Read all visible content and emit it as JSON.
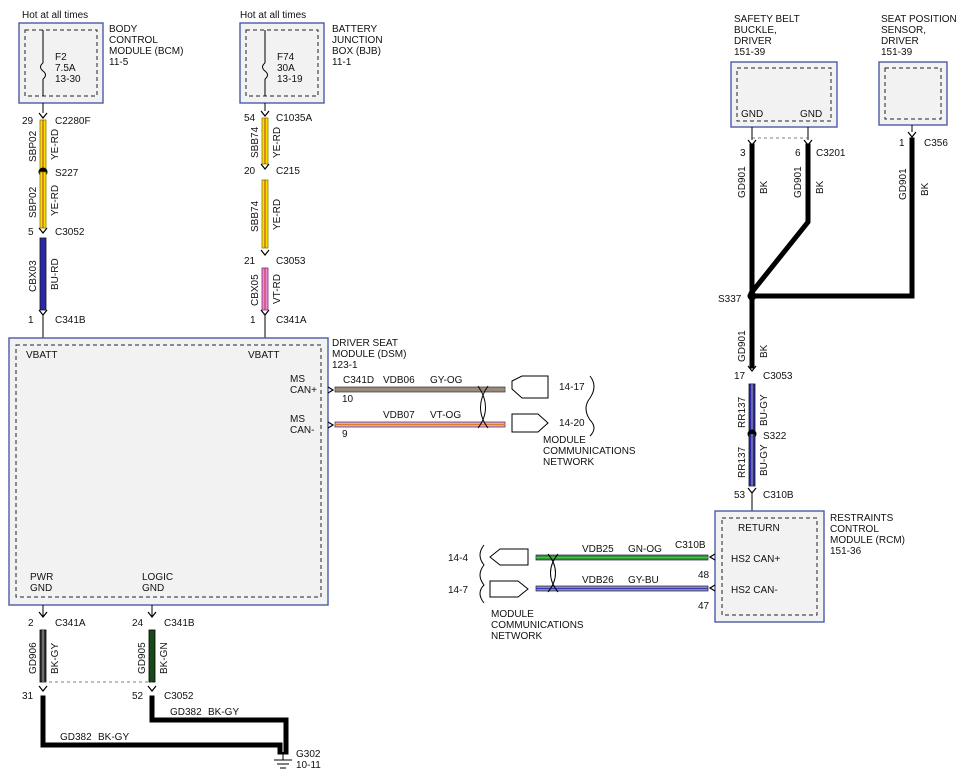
{
  "fuses": {
    "bcm": {
      "hot": "Hot at all times",
      "name": "F2",
      "rating": "7.5A",
      "ref": "13-30",
      "module": [
        "BODY",
        "CONTROL",
        "MODULE (BCM)",
        "11-5"
      ]
    },
    "bjb": {
      "hot": "Hot at all times",
      "name": "F74",
      "rating": "30A",
      "ref": "13-19",
      "module": [
        "BATTERY",
        "JUNCTION",
        "BOX (BJB)",
        "11-1"
      ]
    }
  },
  "circuit1": {
    "c2280f_pin": "29",
    "c2280f": "C2280F",
    "w1_code": "SBP02",
    "w1_color": "YE-RD",
    "splice": "S227",
    "w2_code": "SBP02",
    "w2_color": "YE-RD",
    "c3052_pin": "5",
    "c3052": "C3052",
    "w3_code": "CBX03",
    "w3_color": "BU-RD",
    "c341b_pin": "1",
    "c341b": "C341B"
  },
  "circuit2": {
    "c1035a_pin": "54",
    "c1035a": "C1035A",
    "w1_code": "SBB74",
    "w1_color": "YE-RD",
    "c215_pin": "20",
    "c215": "C215",
    "w2_code": "SBB74",
    "w2_color": "YE-RD",
    "c3053_pin": "21",
    "c3053": "C3053",
    "w3_code": "CBX05",
    "w3_color": "VT-RD",
    "c341a_pin": "1",
    "c341a": "C341A"
  },
  "dsm": {
    "title": [
      "DRIVER SEAT",
      "MODULE (DSM)",
      "123-1"
    ],
    "vbatt1": "VBATT",
    "vbatt2": "VBATT",
    "ms_can_plus": [
      "MS",
      "CAN+"
    ],
    "ms_can_minus": [
      "MS",
      "CAN-"
    ],
    "pwr_gnd": [
      "PWR",
      "GND"
    ],
    "logic_gnd": [
      "LOGIC",
      "GND"
    ],
    "c341d": "C341D",
    "pin10": "10",
    "pin9": "9",
    "vdb06": "VDB06",
    "vdb06_color": "GY-OG",
    "vdb07": "VDB07",
    "vdb07_color": "VT-OG",
    "ref1": "14-17",
    "ref2": "14-20",
    "network": [
      "MODULE",
      "COMMUNICATIONS",
      "NETWORK"
    ]
  },
  "ground": {
    "c341a_pin": "2",
    "c341a": "C341A",
    "gd906": "GD906",
    "gd906_color": "BK-GY",
    "pin31": "31",
    "c341b_pin": "24",
    "c341b": "C341B",
    "gd905": "GD905",
    "gd905_color": "BK-GN",
    "pin52": "52",
    "c3052": "C3052",
    "gd382a": "GD382",
    "gd382a_color": "BK-GY",
    "gd382b": "GD382",
    "gd382b_color": "BK-GY",
    "g302": "G302",
    "g302_ref": "10-11"
  },
  "belt": {
    "title": [
      "SAFETY BELT",
      "BUCKLE,",
      "DRIVER",
      "151-39"
    ],
    "gnd1": "GND",
    "gnd2": "GND",
    "pin3": "3",
    "pin6": "6",
    "c3201": "C3201",
    "gd901a": "GD901",
    "bk1": "BK",
    "gd901b": "GD901",
    "bk2": "BK"
  },
  "seatpos": {
    "title": [
      "SEAT POSITION",
      "SENSOR,",
      "DRIVER",
      "151-39"
    ],
    "pin1": "1",
    "c356": "C356",
    "gd901": "GD901",
    "bk": "BK"
  },
  "rcm_circuit": {
    "s337": "S337",
    "gd901": "GD901",
    "bk": "BK",
    "pin17": "17",
    "c3053": "C3053",
    "rr137a": "RR137",
    "bu_gy_a": "BU-GY",
    "s322": "S322",
    "rr137b": "RR137",
    "bu_gy_b": "BU-GY",
    "pin53": "53",
    "c310b": "C310B"
  },
  "rcm": {
    "title": [
      "RESTRAINTS",
      "CONTROL",
      "MODULE (RCM)",
      "151-36"
    ],
    "return": "RETURN",
    "hs2_plus": "HS2 CAN+",
    "hs2_minus": "HS2 CAN-",
    "c310b": "C310B",
    "pin48": "48",
    "pin47": "47",
    "vdb25": "VDB25",
    "vdb25_color": "GN-OG",
    "vdb26": "VDB26",
    "vdb26_color": "GY-BU",
    "ref1": "14-4",
    "ref2": "14-7",
    "network": [
      "MODULE",
      "COMMUNICATIONS",
      "NETWORK"
    ]
  }
}
